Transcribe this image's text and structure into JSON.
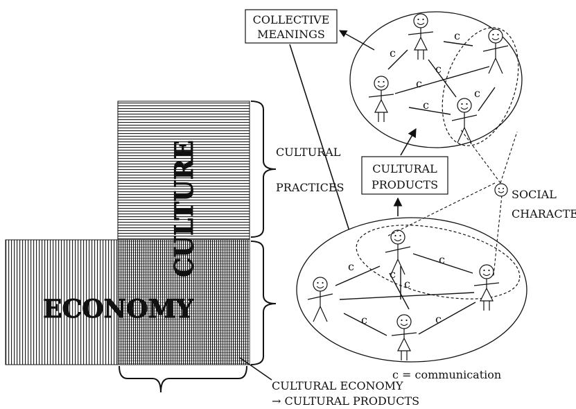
{
  "labels": {
    "economy": "ECONOMY",
    "culture": "CULTURE",
    "cultural_line1": "CULTURAL",
    "practices": "PRACTICES",
    "collective_line1": "COLLECTIVE",
    "collective_line2": "MEANINGS",
    "products_line1": "CULTURAL",
    "products_line2": "PRODUCTS",
    "social_line1": "SOCIAL",
    "social_line2": "CHARACTER",
    "cultural_economy_line1": "CULTURAL ECONOMY",
    "cultural_economy_line2": "→ CULTURAL PRODUCTS",
    "legend": "c = communication",
    "comm_mark": "c"
  }
}
